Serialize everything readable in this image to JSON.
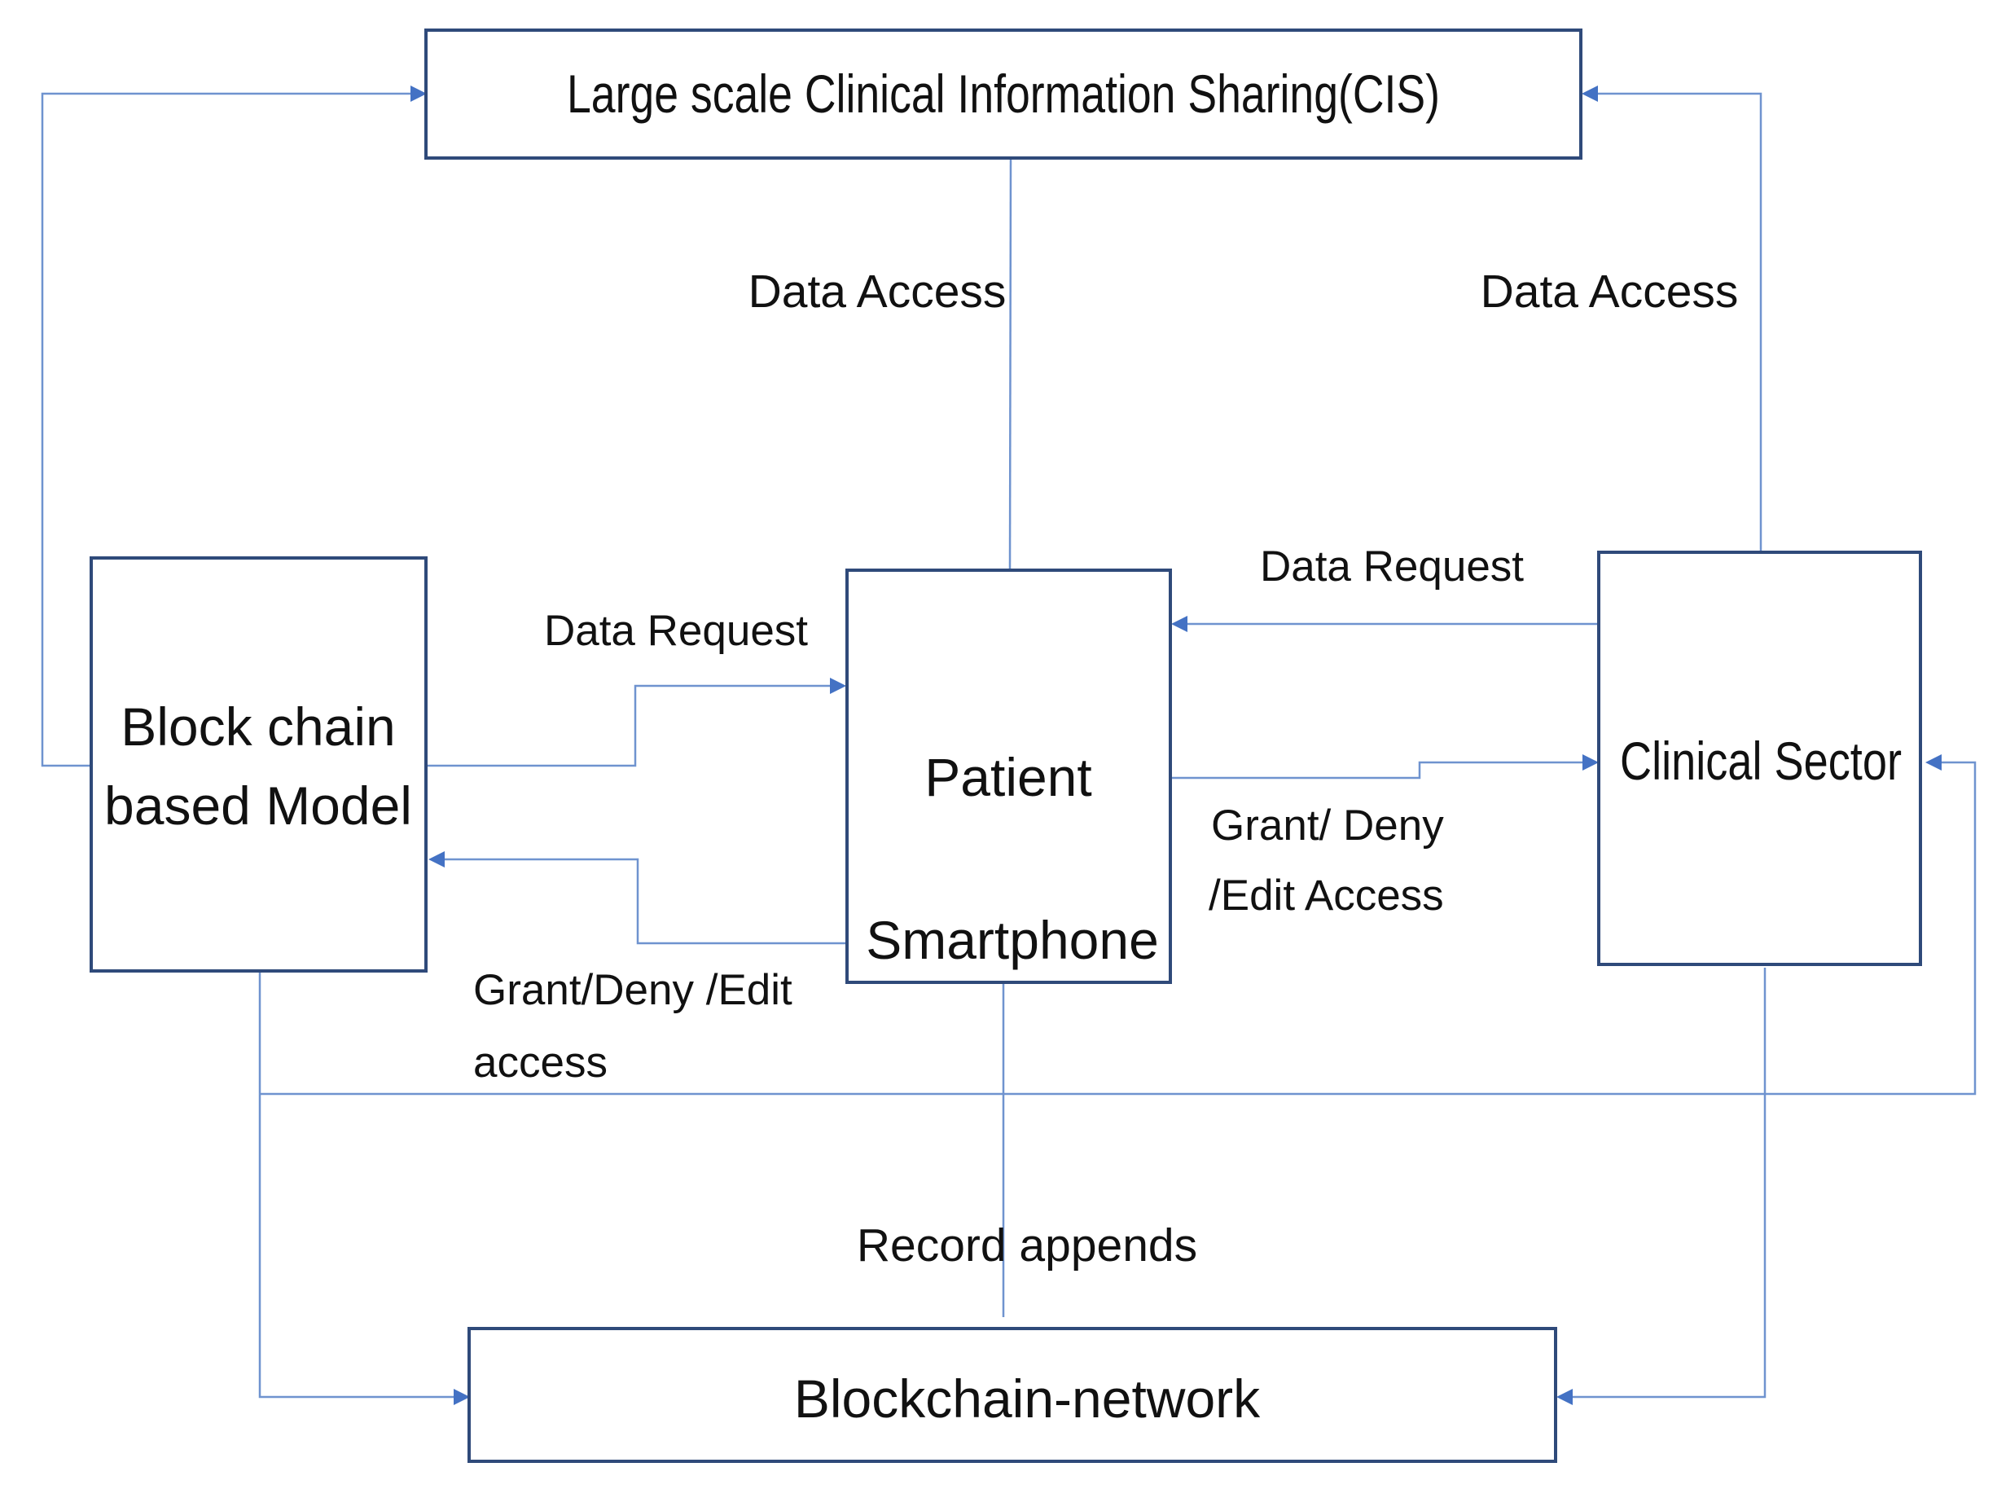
{
  "nodes": {
    "cis": {
      "label": "Large scale Clinical Information Sharing(CIS)"
    },
    "blockchain_model": {
      "line1": "Block chain",
      "line2": "based Model"
    },
    "patient": {
      "line1": "Patient",
      "line2": "Smartphone"
    },
    "clinical_sector": {
      "label": "Clinical Sector"
    },
    "blockchain_network": {
      "label": "Blockchain-network"
    }
  },
  "edges": {
    "patient_to_cis": "Data Access",
    "clinical_to_cis": "Data Access",
    "clinical_to_patient": "Data Request",
    "model_to_patient": "Data Request",
    "patient_to_clinical": {
      "line1": "Grant/ Deny",
      "line2": "/Edit Access"
    },
    "patient_to_model": {
      "line1": "Grant/Deny /Edit",
      "line2": "access"
    },
    "patient_to_network": "Record appends"
  },
  "colors": {
    "box_border": "#2f4a7a",
    "connector": "#6f93cf",
    "arrowhead": "#4472c4"
  }
}
